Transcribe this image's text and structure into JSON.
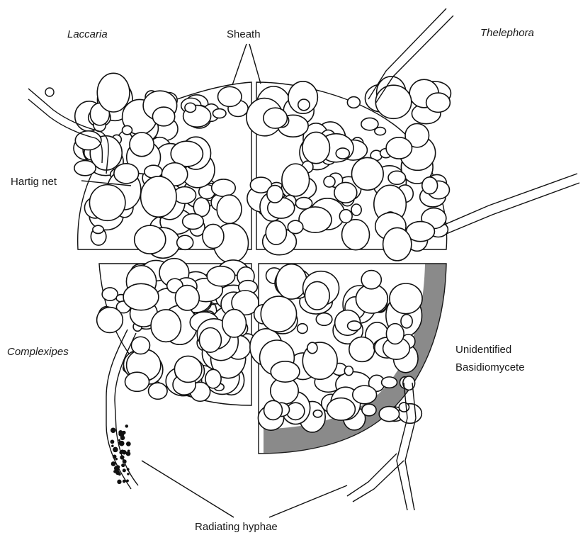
{
  "labels": {
    "laccaria": "Laccaria",
    "sheath": "Sheath",
    "thelephora": "Thelephora",
    "hartig_net": "Hartig net",
    "complexipes": "Complexipes",
    "unidentified_line1": "Unidentified",
    "unidentified_line2": "Basidiomycete",
    "radiating_hyphae": "Radiating hyphae"
  },
  "colors": {
    "ink": "#111111",
    "paper": "#ffffff"
  }
}
